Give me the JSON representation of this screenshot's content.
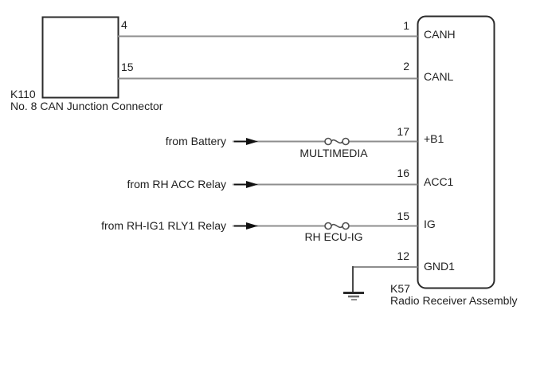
{
  "left_connector": {
    "code": "K110",
    "name": "No. 8 CAN Junction Connector",
    "pins": [
      {
        "number": "4"
      },
      {
        "number": "15"
      }
    ]
  },
  "right_connector": {
    "code": "K57",
    "name": "Radio Receiver Assembly",
    "pins": [
      {
        "number": "1",
        "label": "CANH"
      },
      {
        "number": "2",
        "label": "CANL"
      },
      {
        "number": "17",
        "label": "+B1"
      },
      {
        "number": "16",
        "label": "ACC1"
      },
      {
        "number": "15",
        "label": "IG"
      },
      {
        "number": "12",
        "label": "GND1"
      }
    ]
  },
  "feeds": [
    {
      "label": "from Battery",
      "fuse": "MULTIMEDIA"
    },
    {
      "label": "from RH ACC Relay"
    },
    {
      "label": "from RH-IG1 RLY1 Relay",
      "fuse": "RH ECU-IG"
    }
  ],
  "icons": {
    "fuse": "fuse-icon",
    "ground": "ground-icon",
    "arrow": "arrow-right-icon"
  },
  "colors": {
    "wire": "#8e8e8e",
    "outline": "#2b2b2b",
    "text": "#1f1f1f",
    "arrowhead": "#111111",
    "fuse_symbol": "#4f4f4f"
  }
}
